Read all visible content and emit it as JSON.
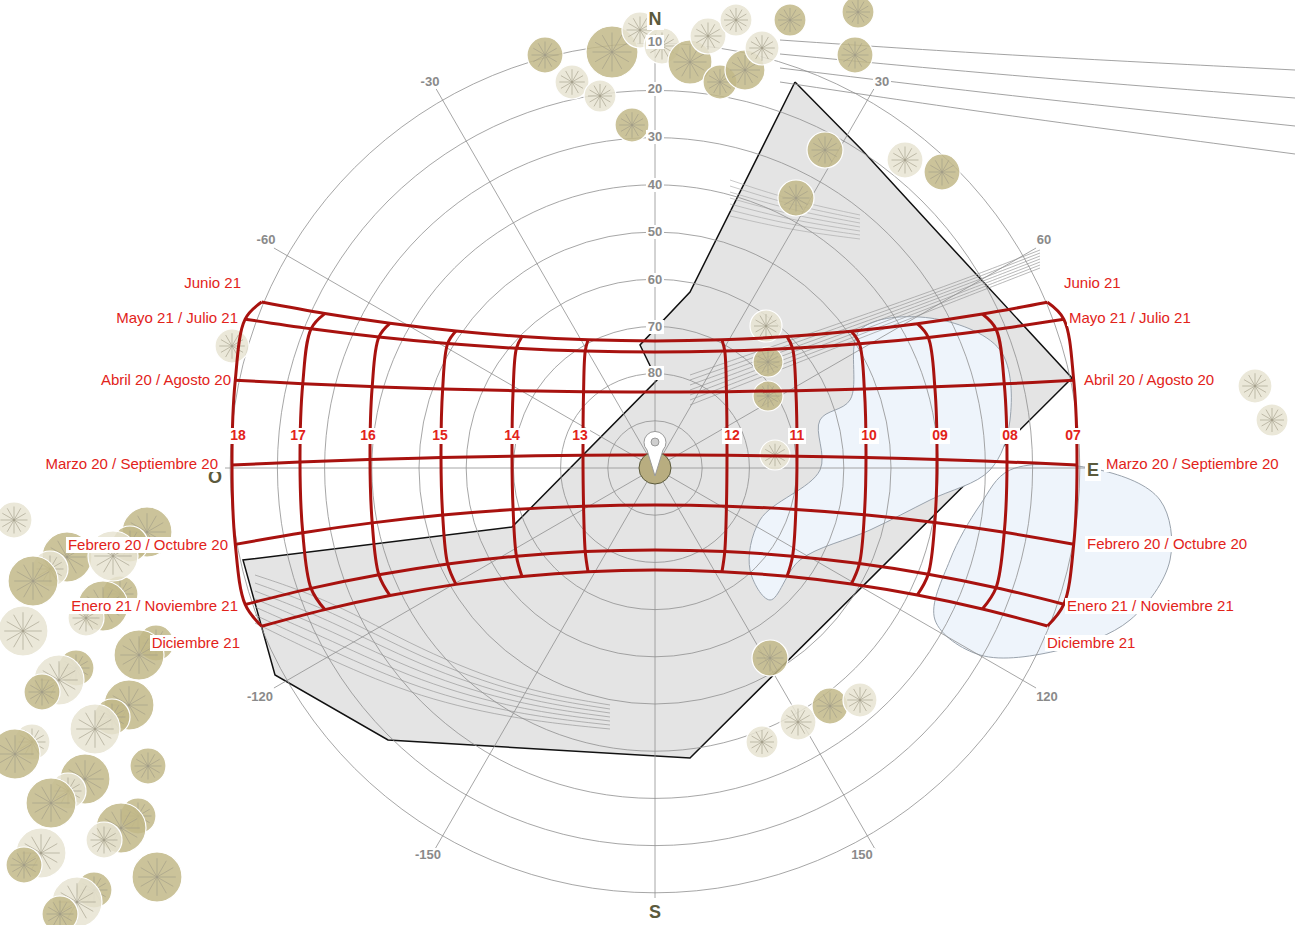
{
  "diagram": {
    "labels": [
      "N",
      "S",
      "O",
      "E",
      "-30",
      "30",
      "-60",
      "60",
      "-120",
      "120",
      "-150",
      "150",
      "10",
      "20",
      "30",
      "40",
      "50",
      "60",
      "70",
      "80",
      "Junio 21",
      "Mayo 21 / Julio 21",
      "Abril 20 / Agosto 20",
      "Marzo 20 / Septiembre 20",
      "Febrero 20 / Octubre 20",
      "Enero 21 / Noviembre 21",
      "Diciembre 21",
      "Junio 21",
      "Mayo 21 / Julio 21",
      "Abril 20 / Agosto 20",
      "Marzo 20 / Septiembre 20",
      "Febrero 20 / Octubre 20",
      "Enero 21 / Noviembre 21",
      "Diciembre 21",
      "18",
      "17",
      "16",
      "15",
      "14",
      "13",
      "12",
      "11",
      "10",
      "09",
      "08",
      "07"
    ]
  }
}
